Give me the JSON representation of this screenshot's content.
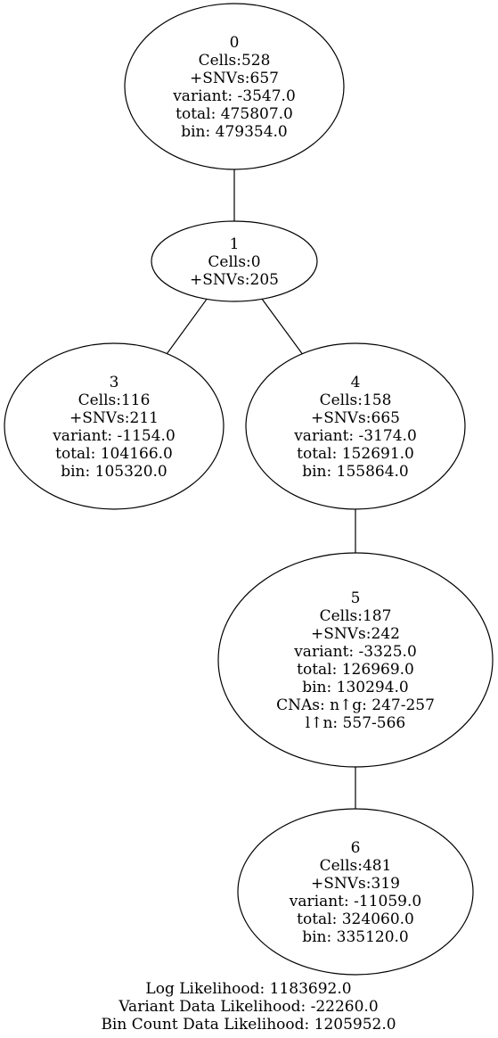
{
  "tree": {
    "nodes": [
      {
        "id": "0",
        "lines": [
          "0",
          "Cells:528",
          "+SNVs:657",
          "variant: -3547.0",
          "total: 475807.0",
          "bin: 479354.0"
        ]
      },
      {
        "id": "1",
        "lines": [
          "1",
          "Cells:0",
          "+SNVs:205"
        ]
      },
      {
        "id": "3",
        "lines": [
          "3",
          "Cells:116",
          "+SNVs:211",
          "variant: -1154.0",
          "total: 104166.0",
          "bin: 105320.0"
        ]
      },
      {
        "id": "4",
        "lines": [
          "4",
          "Cells:158",
          "+SNVs:665",
          "variant: -3174.0",
          "total: 152691.0",
          "bin: 155864.0"
        ]
      },
      {
        "id": "5",
        "lines": [
          "5",
          "Cells:187",
          "+SNVs:242",
          "variant: -3325.0",
          "total: 126969.0",
          "bin: 130294.0",
          "CNAs: n↑g: 247-257",
          "l↑n: 557-566"
        ]
      },
      {
        "id": "6",
        "lines": [
          "6",
          "Cells:481",
          "+SNVs:319",
          "variant: -11059.0",
          "total: 324060.0",
          "bin: 335120.0"
        ]
      }
    ],
    "edges": [
      {
        "from": "0",
        "to": "1"
      },
      {
        "from": "1",
        "to": "3"
      },
      {
        "from": "1",
        "to": "4"
      },
      {
        "from": "4",
        "to": "5"
      },
      {
        "from": "5",
        "to": "6"
      }
    ]
  },
  "summary": {
    "log_likelihood": "Log Likelihood: 1183692.0",
    "variant_likelihood": "Variant Data Likelihood: -22260.0",
    "bin_count_likelihood": "Bin Count Data Likelihood: 1205952.0"
  }
}
